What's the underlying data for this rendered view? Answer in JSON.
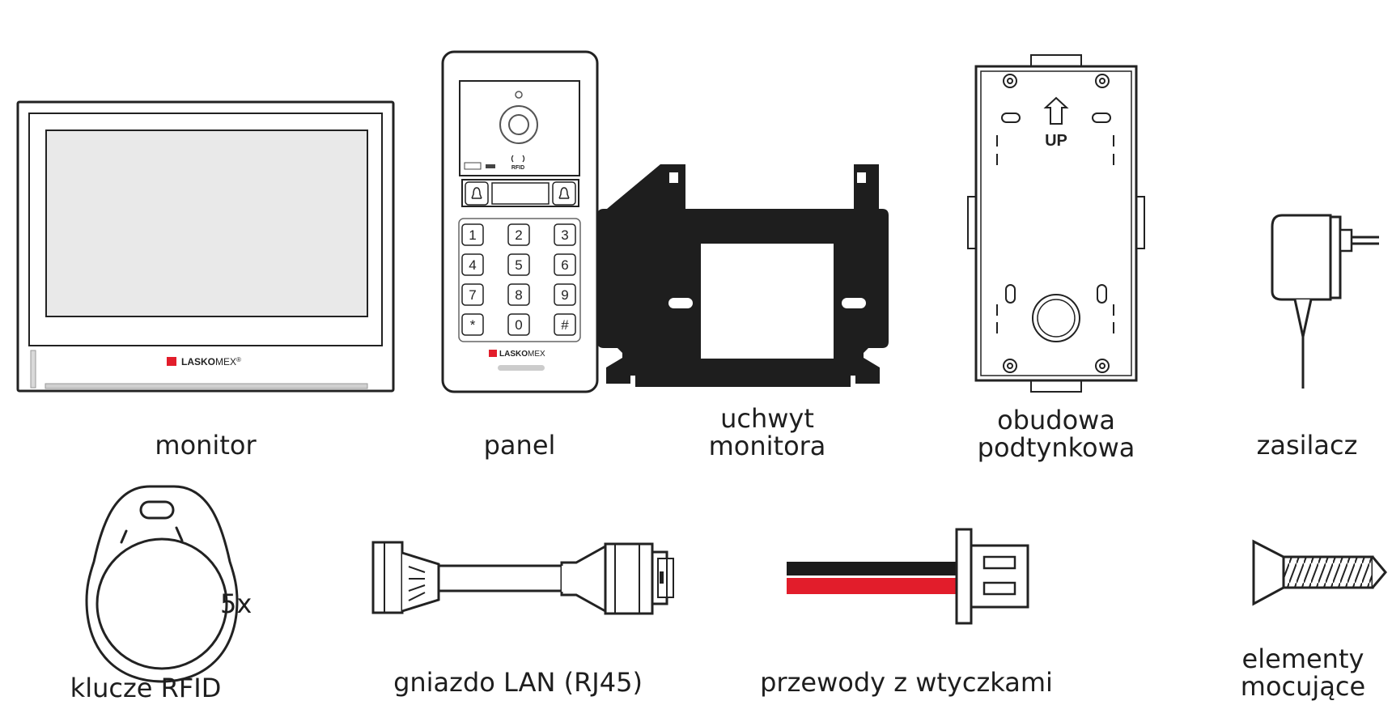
{
  "items": [
    {
      "id": "monitor",
      "label": "monitor"
    },
    {
      "id": "panel",
      "label": "panel"
    },
    {
      "id": "bracket",
      "label": "uchwyt\nmonitora"
    },
    {
      "id": "housing",
      "label": "obudowa\npodtynkowa"
    },
    {
      "id": "psu",
      "label": "zasilacz"
    },
    {
      "id": "rfid",
      "label": "klucze RFID",
      "quantity": "5x"
    },
    {
      "id": "lan",
      "label": "gniazdo LAN (RJ45)"
    },
    {
      "id": "wires",
      "label": "przewody z wtyczkami"
    },
    {
      "id": "mounting",
      "label": "elementy\nmocujące"
    }
  ],
  "brand": {
    "logo_bold": "LASKO",
    "logo_light": "MEX",
    "reg": "®",
    "accent": "#e21d2b"
  },
  "panel": {
    "keys": [
      "1",
      "2",
      "3",
      "4",
      "5",
      "6",
      "7",
      "8",
      "9",
      "*",
      "0",
      "#"
    ],
    "rfid_tag": "RFID"
  },
  "housing": {
    "up_text": "UP"
  }
}
